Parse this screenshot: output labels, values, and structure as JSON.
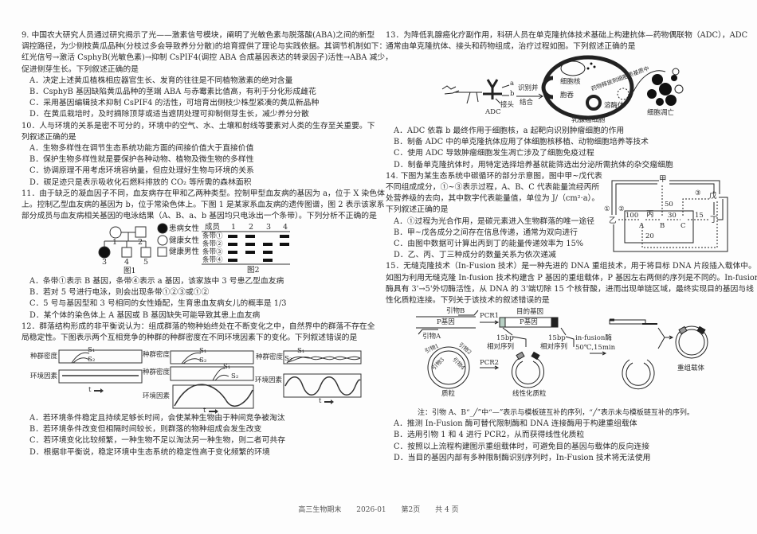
{
  "q9": {
    "stem": [
      "9. 中国农大研究人员通过研究揭示了光——激素信号模块，阐明了光敏色素与脱落酸(ABA)之间的新型",
      "调控路径，为少侧枝黄瓜品种(分枝过多会导致养分分散)的培育提供了理论与实践依据。其调节机制如下：",
      "红光信号→激活 CsphyB(光敏色素)→抑制 CsPIF4(调控 ABA 合成基因表达的转录因子)活性→ABA 减少，",
      "促进侧芽生长。下列叙述正确的是"
    ],
    "options": [
      "A．决定上述黄瓜植株相应器官生长、发育的往往是不同植物激素的绝对含量",
      "B．CsphyB 基因缺陷黄瓜品种的茎端 ABA 与赤霉素比值高，有利于分化形成雌花",
      "C．采用基因编辑技术抑制 CsPIF4 的活性，可培育出侧枝少株型紧凑的黄瓜新品种",
      "D．在黄瓜栽培时，及时摘除顶芽或适当遮阴处理可抑制侧芽生长，减少养分分散"
    ]
  },
  "q10": {
    "stem": [
      "10．人与环境的关系是密不可分的，环境中的空气、水、土壤和射线等要素对人类的生存至关重要。下",
      "列叙述正确的是"
    ],
    "options": [
      "A．生物多样性在调节生态系统功能方面的间接价值大于直接价值",
      "B．保护生物多样性就是要保护各种动物、植物及微生物的多样性",
      "C．协调原理不用考虑环境容纳量，但应处理好生物与环境的关系",
      "D．碳足迹只是表示吸收化石燃料排放的 CO₂ 等所需的森林面积"
    ]
  },
  "q11": {
    "stem": [
      "11．由于缺乏的凝血因子不同，血友病存在甲和乙两种类型。控制甲型血友病的基因为 a，位于 X 染色体",
      "上。控制乙型血友病的基因为 b，位于常染色体上。下图 1 是某家系血友病的遗传图谱，图 2 表示该家系",
      "部分成员与血友病相关基因的电泳结果（A、B、a、b 基因均只电泳出一个条带）。下列分析不正确的是"
    ],
    "fig1": {
      "caption": "图1",
      "members": [
        "1",
        "2",
        "3",
        "4",
        "5"
      ],
      "legend": [
        "患病女性",
        "健康女性",
        "健康男性"
      ]
    },
    "fig2": {
      "caption": "图2",
      "header": "成员",
      "columns": [
        "1",
        "2",
        "3",
        "4"
      ],
      "rows": [
        {
          "label": "条带①",
          "bands": [
            1,
            1,
            0,
            1
          ]
        },
        {
          "label": "条带②",
          "bands": [
            1,
            1,
            1,
            1
          ]
        },
        {
          "label": "条带③",
          "bands": [
            1,
            1,
            1,
            0
          ]
        },
        {
          "label": "条带④",
          "bands": [
            1,
            0,
            1,
            0
          ]
        }
      ]
    },
    "options": [
      "A．条带①表示 B 基因，条带④表示 a 基因，该家族中 3 号患乙型血友病",
      "B．若对 5 号进行电泳，则会出现条带①②③或①②",
      "C．5 号与基因型和 3 号相同的女性婚配，生育患血友病女儿的概率是 1/3",
      "D．某个体的染色体上 A 基因或 B 基因缺失可能导致其患上血友病"
    ]
  },
  "q12": {
    "stem": [
      "12．群落结构形成的非平衡说认为：组成群落的物种始终处在不断变化之中，自然界中的群落不存在全",
      "局稳定性。下图表示两个互相竞争的种群的种群密度在不同环境因素下的变化。下列叙述错误的是"
    ],
    "fig": {
      "density_label": "种群密度",
      "env_label": "环境因素",
      "time_label": "t",
      "s1": "S₁",
      "s2": "S₂"
    },
    "options": [
      "A．若环境条件稳定且持续足够长时间，会使某种生物由于种间竞争被淘汰",
      "B．若环境条件改变但相隔时间较长，则群落的物种组成会发生改变",
      "C．若环境变化比较频繁，一种生物不足以淘汰另一种生物，则二者可共存",
      "D．根据非平衡说，稳定环境中生态系统的稳定性高于变化频繁的环境"
    ]
  },
  "q13": {
    "stem": [
      "13．为降低乳腺癌化疗副作用，科研人员在单克隆抗体技术基础上构建抗体—药物偶联物（ADC），ADC",
      "通常由单克隆抗体、接头和药物组成，治疗过程如图。下列叙述正确的是"
    ],
    "fig": {
      "adc": "ADC",
      "a": "a",
      "b": "b",
      "linker": "接头",
      "arrow_label_1": "识别并",
      "arrow_label_2": "结合",
      "nucleus": "细胞核",
      "endocytosis": "胞吞",
      "lysosome": "溶酶体",
      "release": "药物释放到细胞质基质中",
      "cell": "乳腺癌细胞",
      "apoptosis": "细胞凋亡"
    },
    "options": [
      "A．ADC 依靠 b 最终作用于细胞核，a 起靶向识别肿瘤细胞的作用",
      "B．制备 ADC 中的单克隆抗体应用了体细胞核移植、动物细胞培养等技术",
      "C．使用 ADC 导致肿瘤细胞发生凋亡涉及了细胞免疫过程",
      "D．制备单克隆抗体时，用特定选择培养基就能筛选出分泌所需抗体的杂交瘤细胞"
    ]
  },
  "q14": {
    "stem": [
      "14. 下图为某生态系统中碳循环的部分示意图，图中甲~戊代表",
      "不同组成成分，①~③表示过程，A、B、C 代表能量流经丙所",
      "处营养级的去向，其中数字代表能量值，单位为 J/（cm²·a）。",
      "下列叙述正确的是"
    ],
    "fig": {
      "jia": "甲",
      "yi": "乙",
      "bing": "丙",
      "ding": "丁",
      "wu": "戊",
      "A": "A",
      "B": "B",
      "C": "C",
      "p1": "①",
      "p2": "②",
      "p3": "③",
      "v100": "100",
      "v30": "30",
      "v15": "15",
      "v50": "50",
      "v20": "20"
    },
    "options": [
      "A．①过程为光合作用，是碳元素进入生物群落的唯一途径",
      "B．甲~戊各成分之间存在信息传递，通常为双向进行",
      "C．由图中数据可计算出丙到丁的能量传递效率为 15%",
      "D．乙、丙、丁三种成分的数量关系为依次递减"
    ]
  },
  "q15": {
    "stem": [
      "15．无缝克隆技术（In-Fusion 技术）是一种先进的 DNA 重组技术，用于将目标 DNA 片段插入载体中。",
      "如图为利用无缝克隆 In-fusion 技术构建含 P 基因的重组载体，P 基因左右两侧的序列是不同的。In-fusion",
      "酶具有 3'→5'外切酶活性，从 DNA 的 3'端切除 15 个核苷酸，进而出现单链区域，最终实现目的基因与线",
      "性化质粒连接。下列关于该技术的叙述错误的是"
    ],
    "fig": {
      "primer_b": "引物B",
      "primer_a": "引物A",
      "p_gene": "P基因",
      "pcr1": "PCR1",
      "pcr2": "PCR2",
      "target_gene": "目的基因",
      "seq15_1": "15bp",
      "seq15_2": "相对序列",
      "enzyme": "in-fusion酶",
      "condition": "50℃,15min",
      "primer1": "引物1",
      "primer2": "引物2",
      "primer3": "引物3",
      "primer4": "引物4",
      "plasmid": "质粒",
      "linear_plasmid": "线性化质粒",
      "recombinant": "重组载体"
    },
    "note": "注：引物 A、B“_╱”中“—”表示与模板链互补的序列，“╱”表示未与模板链互补的序列。",
    "options": [
      "A．推测 In-Fusion 酶可替代限制酶和 DNA 连接酶用于构建重组载体",
      "B．选用引物 1 和 4 进行 PCR2，从而获得线性化质粒",
      "C．按照以上流程构建图示重组载体时，可避免目的基因与载体的反向连接",
      "D．当目的基因内部有多种限制酶识别序列时，In-Fusion 技术将无法使用"
    ]
  },
  "footer": {
    "subject": "高三生物期末",
    "date": "2026-01",
    "page": "第2页",
    "total": "共 4 页"
  }
}
